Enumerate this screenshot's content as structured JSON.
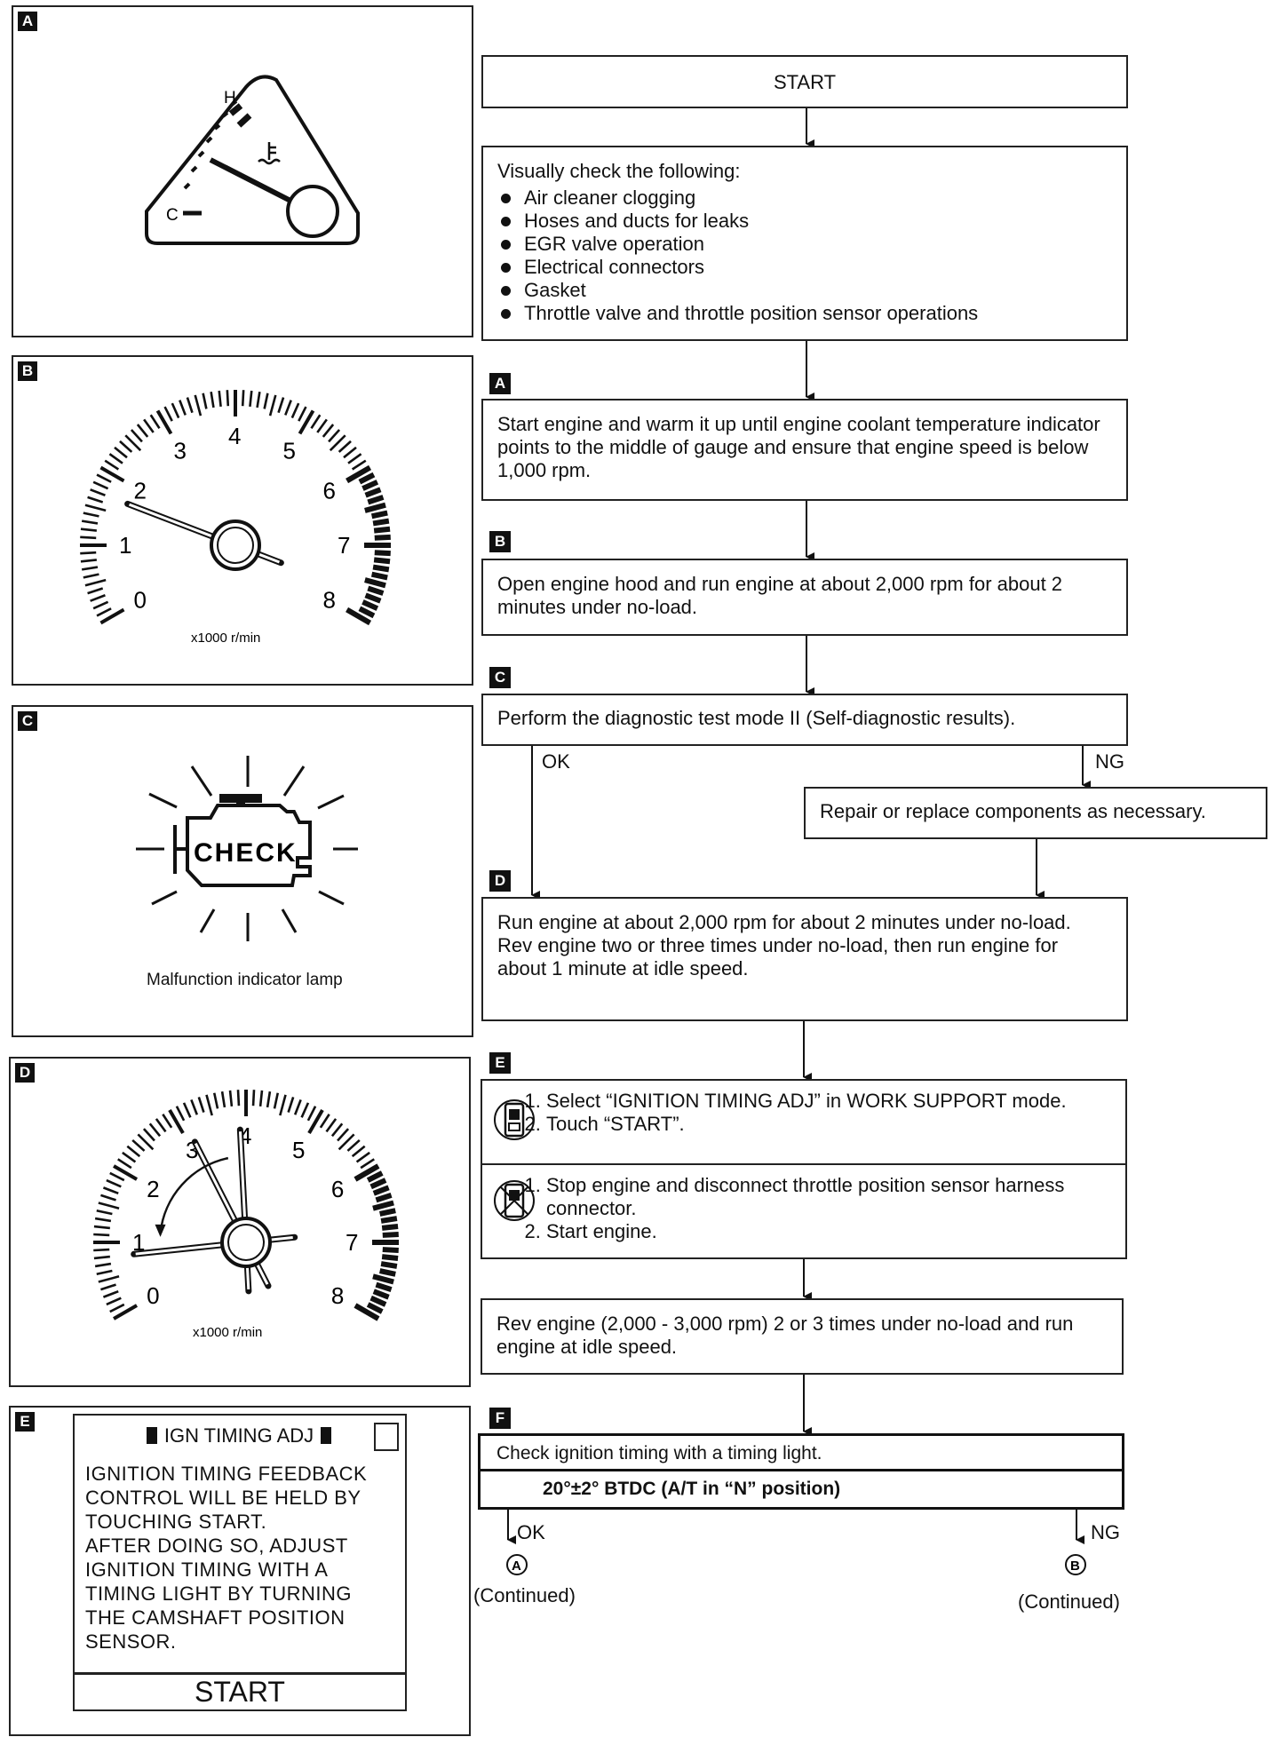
{
  "panels": {
    "a": {
      "tag": "A",
      "gauge_marks": {
        "hot": "H",
        "cold": "C"
      }
    },
    "b": {
      "tag": "B",
      "dial_numbers": [
        "0",
        "1",
        "2",
        "3",
        "4",
        "5",
        "6",
        "7",
        "8"
      ],
      "unit": "x1000 r/min"
    },
    "c": {
      "tag": "C",
      "lamp_text": "CHECK",
      "caption": "Malfunction indicator lamp"
    },
    "d": {
      "tag": "D",
      "dial_numbers": [
        "0",
        "1",
        "2",
        "3",
        "4",
        "5",
        "6",
        "7",
        "8"
      ],
      "unit": "x1000 r/min"
    },
    "e": {
      "tag": "E",
      "screen_title": "IGN TIMING ADJ",
      "screen_lines": [
        "IGNITION TIMING FEEDBACK",
        "CONTROL WILL BE HELD BY",
        "TOUCHING START.",
        "AFTER DOING SO, ADJUST",
        "IGNITION TIMING WITH A",
        "TIMING LIGHT BY TURNING",
        "THE CAMSHAFT POSITION",
        "SENSOR."
      ],
      "start_button": "START"
    }
  },
  "flow": {
    "start": "START",
    "visual_check": {
      "intro": "Visually check the following:",
      "items": [
        "Air cleaner clogging",
        "Hoses and ducts for leaks",
        "EGR valve operation",
        "Electrical connectors",
        "Gasket",
        "Throttle valve and throttle position sensor operations"
      ]
    },
    "step_a": {
      "tag": "A",
      "text": "Start engine and warm it up until engine coolant temperature indicator points to the middle of gauge and ensure that engine speed is below 1,000 rpm."
    },
    "step_b": {
      "tag": "B",
      "text": "Open engine hood and run engine at about 2,000 rpm for about 2 minutes under no-load."
    },
    "step_c": {
      "tag": "C",
      "text": "Perform the diagnostic test mode II (Self-diagnostic results).",
      "ok": "OK",
      "ng": "NG"
    },
    "repair": "Repair or replace components as necessary.",
    "step_d": {
      "tag": "D",
      "line1": "Run engine at about 2,000 rpm for about 2 minutes under no-load.",
      "line2": "Rev engine two or three times under no-load, then run engine for about 1 minute at idle speed."
    },
    "step_e": {
      "tag": "E",
      "consult": [
        "Select “IGNITION TIMING ADJ” in WORK SUPPORT mode.",
        "Touch “START”."
      ],
      "no_consult": [
        "Stop engine and disconnect throttle position sensor harness connector.",
        "Start engine."
      ]
    },
    "rev": "Rev engine (2,000 - 3,000 rpm) 2 or 3 times under no-load and run engine at idle speed.",
    "step_f": {
      "tag": "F",
      "text": "Check ignition timing with a timing light.",
      "spec": "20°±2° BTDC (A/T in “N” position)"
    },
    "result_ok": {
      "label": "OK",
      "connector": "A",
      "note": "(Continued)"
    },
    "result_ng": {
      "label": "NG",
      "connector": "B",
      "note": "(Continued)"
    }
  }
}
